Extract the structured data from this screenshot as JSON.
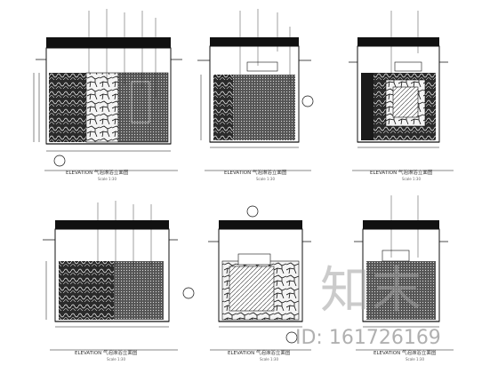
{
  "sheet": {
    "elevations": [
      {
        "caption": "ELEVATION 气泡淋浴立面图",
        "scale": "Scale 1:30"
      },
      {
        "caption": "ELEVATION 气泡淋浴立面图",
        "scale": "Scale 1:30"
      },
      {
        "caption": "ELEVATION 气泡淋浴立面图",
        "scale": "Scale 1:30"
      },
      {
        "caption": "ELEVATION 气泡淋浴立面图",
        "scale": "Scale 1:30"
      },
      {
        "caption": "ELEVATION 气泡淋浴立面图",
        "scale": "Scale 1:30"
      },
      {
        "caption": "ELEVATION 气泡淋浴立面图",
        "scale": "Scale 1:30"
      }
    ]
  },
  "watermark": {
    "logo": "知末",
    "id_text": "ID: 161726169"
  },
  "colors": {
    "line": "#111111",
    "hatch_dark": "#1a1a1a",
    "pale_hatch": "#bdbdbd"
  }
}
